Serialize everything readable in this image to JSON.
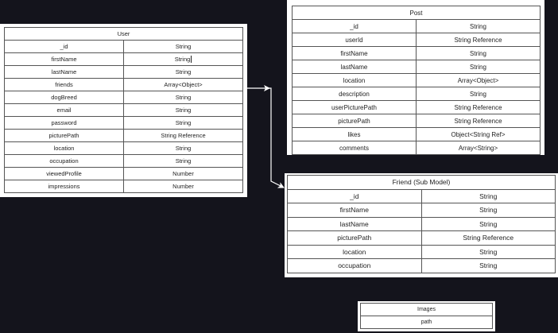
{
  "tables": {
    "user": {
      "title": "User",
      "rows": [
        {
          "field": "_id",
          "type": "String"
        },
        {
          "field": "firstName",
          "type": "String"
        },
        {
          "field": "lastName",
          "type": "String"
        },
        {
          "field": "friends",
          "type": "Array<Object>"
        },
        {
          "field": "dogBreed",
          "type": "String"
        },
        {
          "field": "email",
          "type": "String"
        },
        {
          "field": "password",
          "type": "String"
        },
        {
          "field": "picturePath",
          "type": "String Reference"
        },
        {
          "field": "location",
          "type": "String"
        },
        {
          "field": "occupation",
          "type": "String"
        },
        {
          "field": "viewedProfile",
          "type": "Number"
        },
        {
          "field": "impressions",
          "type": "Number"
        }
      ]
    },
    "post": {
      "title": "Post",
      "rows": [
        {
          "field": "_id",
          "type": "String"
        },
        {
          "field": "userId",
          "type": "String Reference"
        },
        {
          "field": "firstName",
          "type": "String"
        },
        {
          "field": "lastName",
          "type": "String"
        },
        {
          "field": "location",
          "type": "Array<Object>"
        },
        {
          "field": "description",
          "type": "String"
        },
        {
          "field": "userPicturePath",
          "type": "String Reference"
        },
        {
          "field": "picturePath",
          "type": "String Reference"
        },
        {
          "field": "likes",
          "type": "Object<String Ref>"
        },
        {
          "field": "comments",
          "type": "Array<String>"
        }
      ]
    },
    "friend": {
      "title": "Friend (Sub Model)",
      "rows": [
        {
          "field": "_id",
          "type": "String"
        },
        {
          "field": "firstName",
          "type": "String"
        },
        {
          "field": "lastName",
          "type": "String"
        },
        {
          "field": "picturePath",
          "type": "String Reference"
        },
        {
          "field": "location",
          "type": "String"
        },
        {
          "field": "occupation",
          "type": "String"
        }
      ]
    },
    "images": {
      "title": "Images",
      "rows": [
        {
          "field": "path"
        }
      ]
    }
  },
  "colors": {
    "background": "#14141c",
    "card": "#ffffff",
    "border": "#555555",
    "arrow": "#ffffff"
  }
}
